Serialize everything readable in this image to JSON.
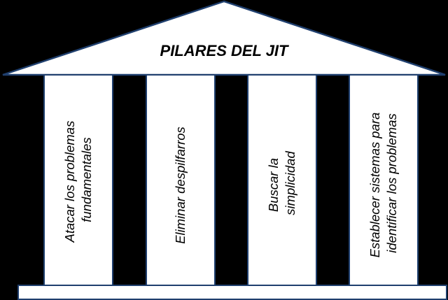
{
  "diagram": {
    "title": "PILARES DEL JIT",
    "pillars": [
      {
        "lines": [
          "Atacar los problemas",
          "fundamentales"
        ]
      },
      {
        "lines": [
          "Eliminar despilfarros"
        ]
      },
      {
        "lines": [
          "Buscar la",
          "simplicidad"
        ]
      },
      {
        "lines": [
          "Establecer sistemas para",
          "identificar los problemas"
        ]
      }
    ]
  },
  "colors": {
    "background": "#000000",
    "shape_fill": "#ffffff",
    "stroke": "#1f3f6e",
    "text": "#000000"
  }
}
